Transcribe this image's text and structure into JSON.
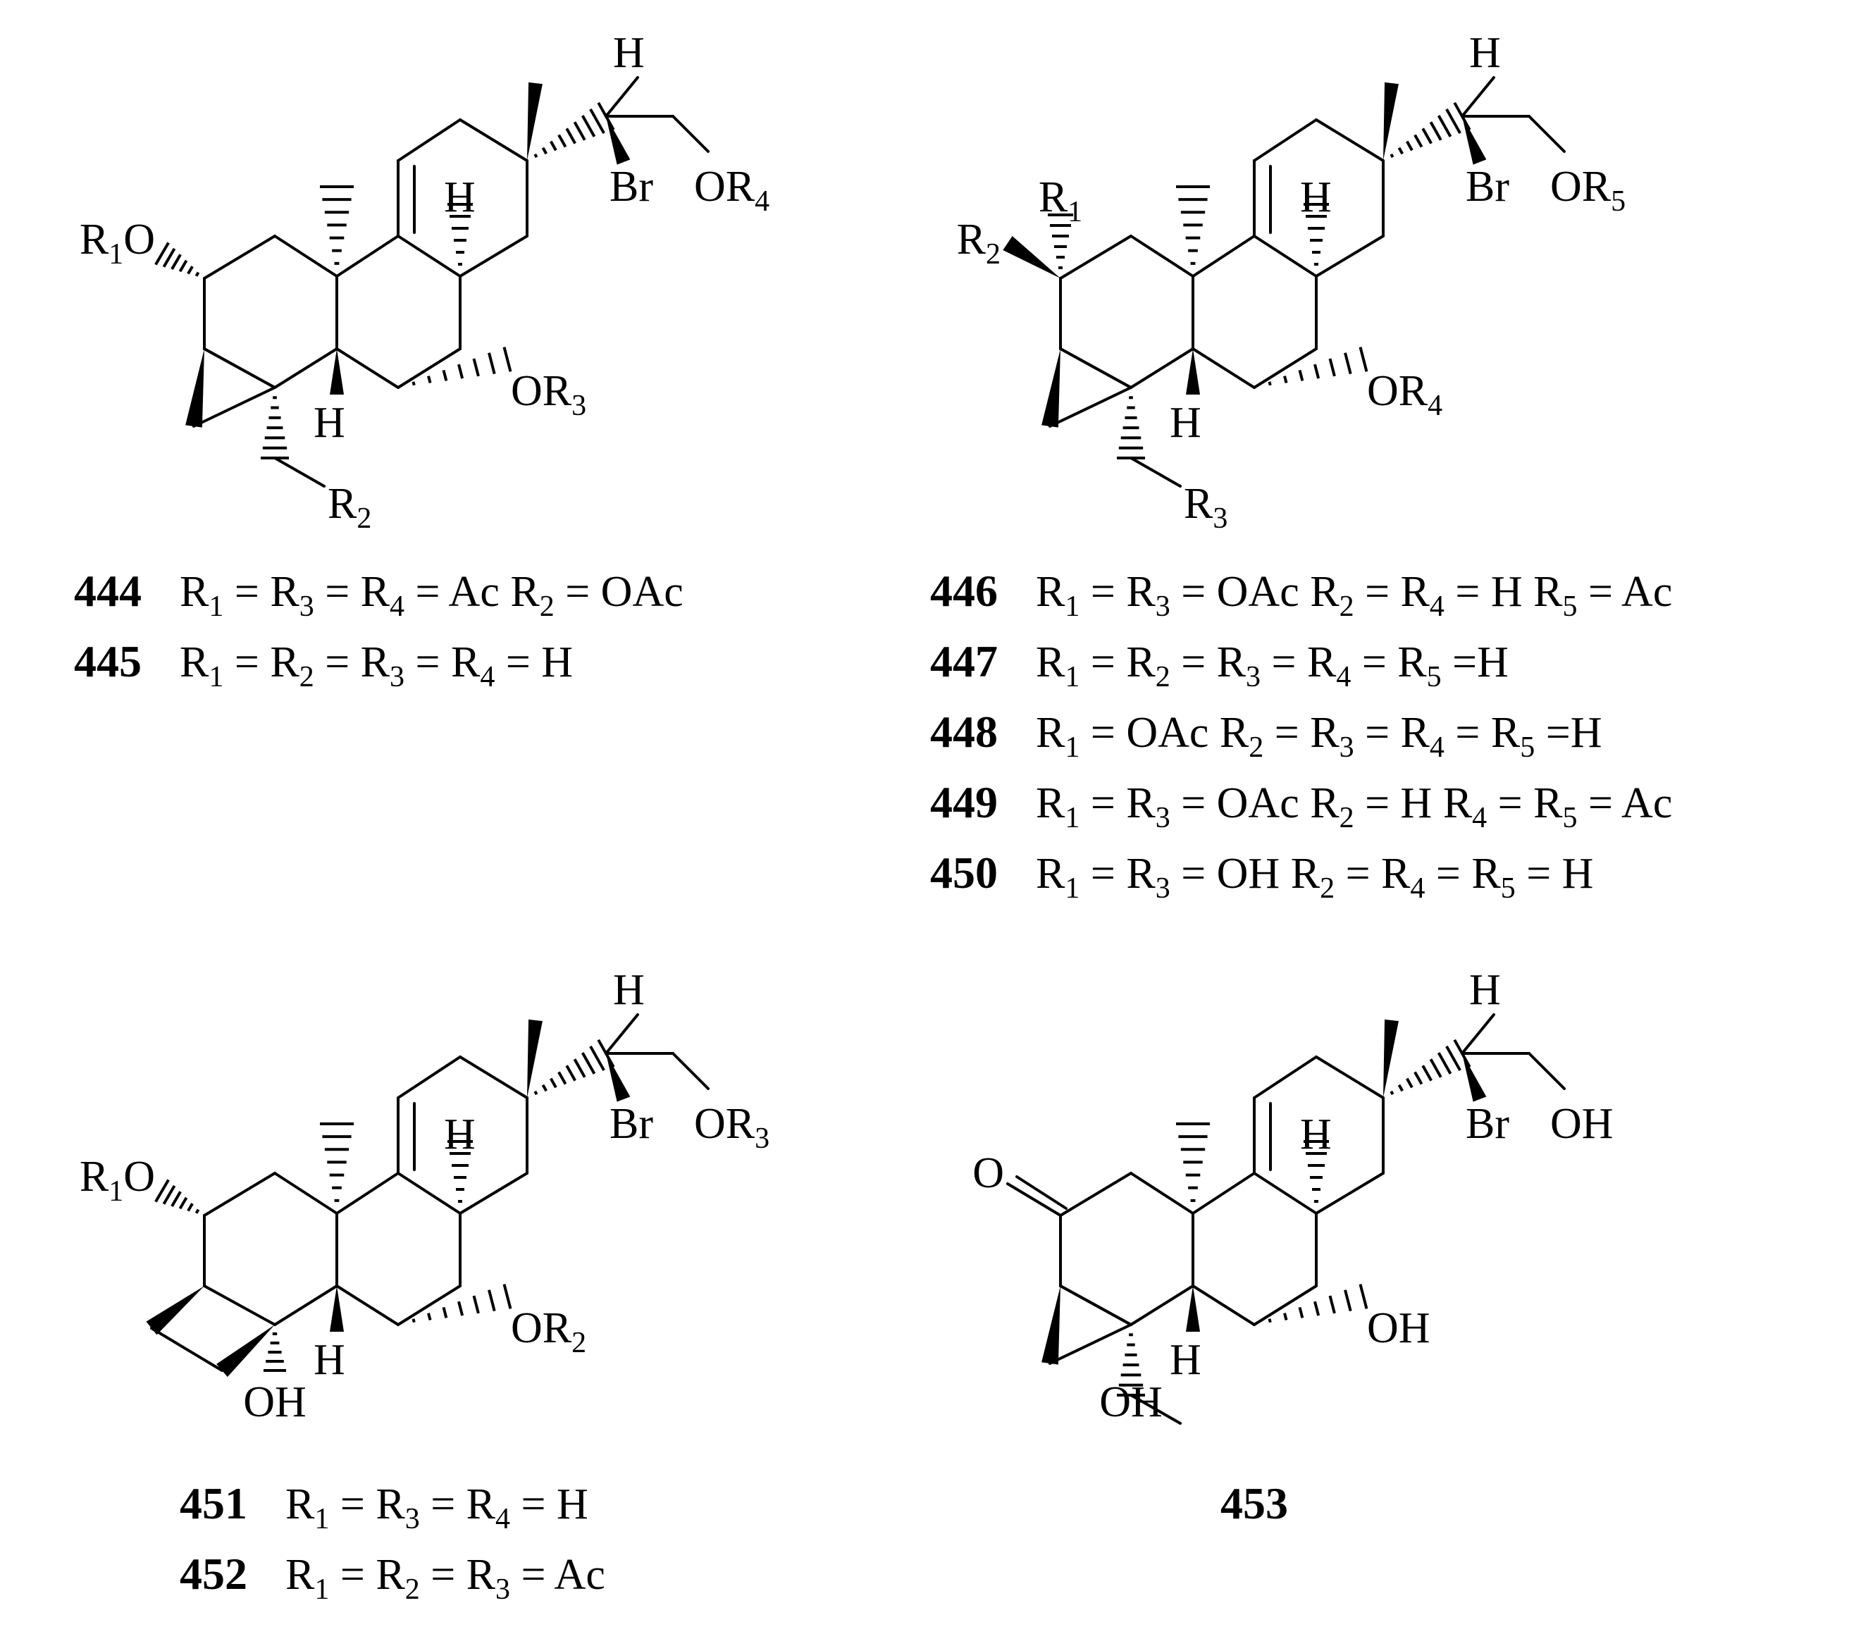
{
  "structures": [
    {
      "id": "444",
      "labels": {
        "H_top": "H",
        "Br": "Br",
        "OR_top": "OR4",
        "H_mid": "H",
        "OR_left": "R1O",
        "OR_right": "OR3",
        "H_bot": "H",
        "R_bot": "R2"
      },
      "captions": [
        {
          "id": "444",
          "text": "R1 = R3 = R4 = Ac  R2 = OAc"
        },
        {
          "id": "445",
          "text": "R1 = R2 = R3 = R4 = H"
        }
      ]
    },
    {
      "id": "446",
      "labels": {
        "H_top": "H",
        "Br": "Br",
        "OR_top": "OR5",
        "H_mid": "H",
        "R_up": "R1",
        "R_left": "R2",
        "OR_right": "OR4",
        "H_bot": "H",
        "R_bot": "R3"
      },
      "captions": [
        {
          "id": "446",
          "text": "R1 = R3 = OAc  R2 = R4 = H  R5 = Ac"
        },
        {
          "id": "447",
          "text": "R1 = R2 = R3 = R4 = R5 =H"
        },
        {
          "id": "448",
          "text": "R1 = OAc  R2 = R3 = R4 = R5 =H"
        },
        {
          "id": "449",
          "text": "R1 = R3 = OAc  R2 = H  R4 = R5 = Ac"
        },
        {
          "id": "450",
          "text": "R1 = R3 = OH  R2 = R4 = R5 = H"
        }
      ]
    },
    {
      "id": "451",
      "labels": {
        "H_top": "H",
        "Br": "Br",
        "OR_top": "OR3",
        "H_mid": "H",
        "OR_left": "R1O",
        "OR_right": "OR2",
        "H_bot": "H",
        "OH_bot": "OH"
      },
      "captions": [
        {
          "id": "451",
          "text": "R1 = R3 = R4 = H"
        },
        {
          "id": "452",
          "text": "R1 = R2 = R3 = Ac"
        }
      ]
    },
    {
      "id": "453",
      "labels": {
        "H_top": "H",
        "Br": "Br",
        "OH_top": "OH",
        "H_mid": "H",
        "O_left": "O",
        "OH_right": "OH",
        "H_bot": "H",
        "OH_bot": "OH"
      },
      "captions": [
        {
          "id": "453",
          "text": ""
        }
      ]
    }
  ]
}
